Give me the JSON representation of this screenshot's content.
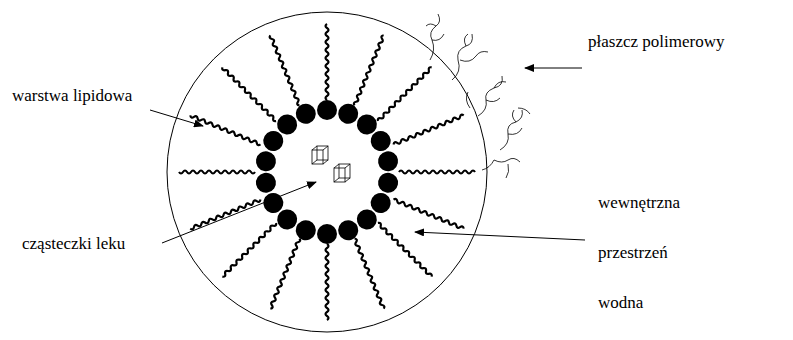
{
  "diagram": {
    "labels": [
      "płaszcz polimerowy",
      "warstwa lipidowa",
      "cząsteczki leku",
      "wewnętrzna przestrzeń wodna"
    ]
  }
}
